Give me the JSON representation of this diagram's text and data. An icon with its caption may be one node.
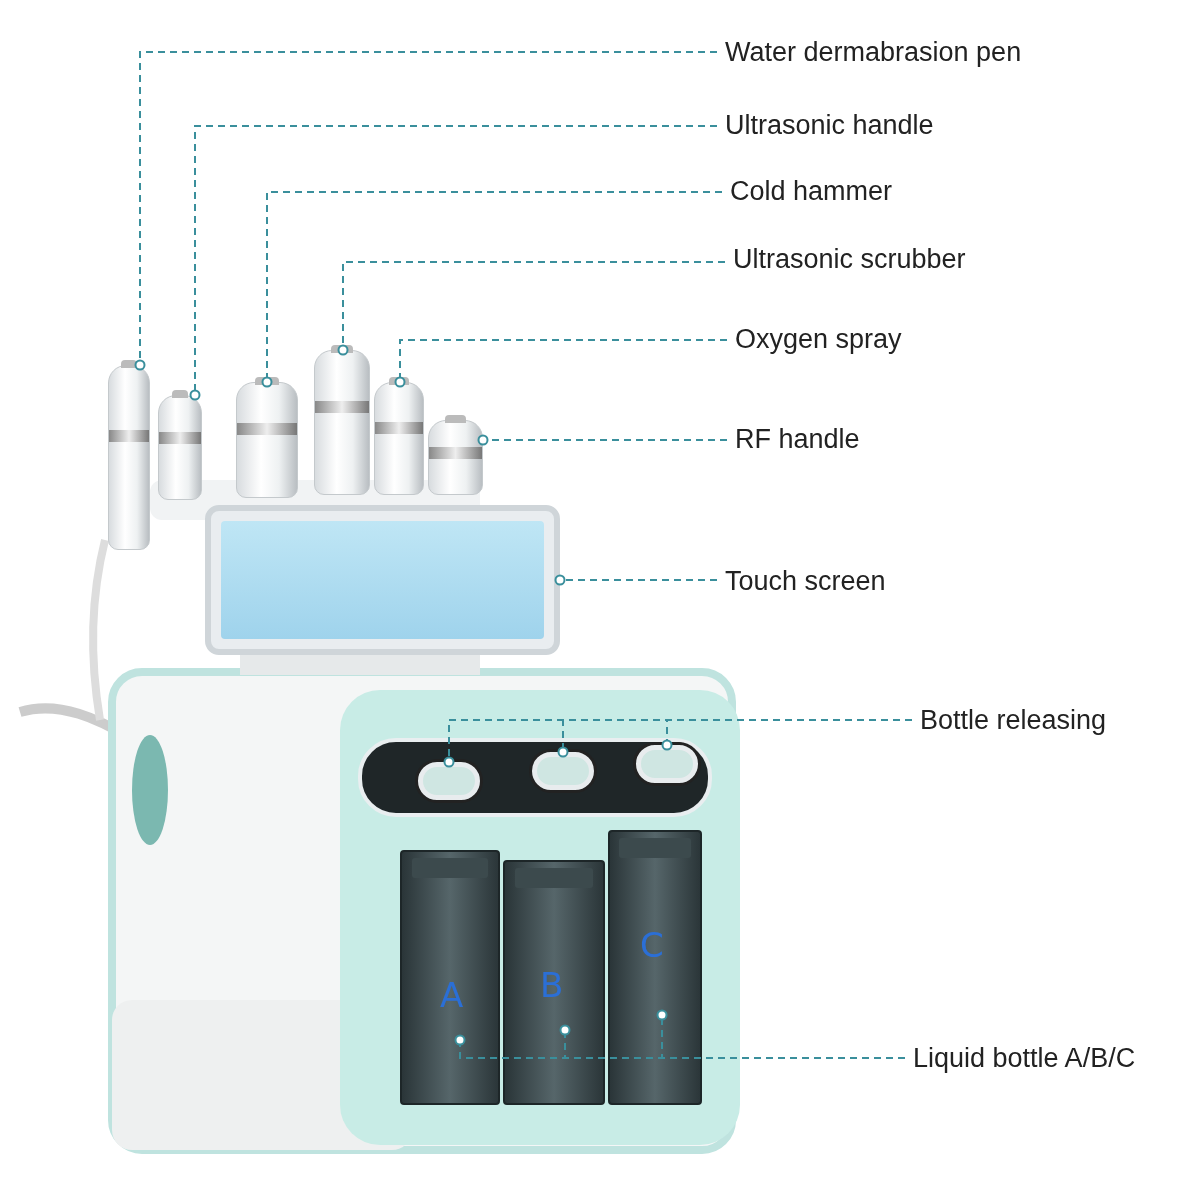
{
  "diagram": {
    "nodes": [
      {
        "text": [
          "Water dermabrasion pen"
        ]
      },
      {
        "text": [
          "Ultrasonic handle"
        ]
      },
      {
        "text": [
          "Cold hammer"
        ]
      },
      {
        "text": [
          "Ultrasonic scrubber"
        ]
      },
      {
        "text": [
          "Oxygen spray"
        ]
      },
      {
        "text": [
          "RF handle"
        ]
      },
      {
        "text": [
          "Touch screen"
        ]
      },
      {
        "text": [
          "Bottle releasing"
        ]
      },
      {
        "text": [
          "Liquid bottle A/B/C"
        ]
      },
      {
        "text": [],
        "shape": "picture"
      },
      {
        "text": [],
        "shape": "picture"
      },
      {
        "text": [],
        "shape": "picture"
      },
      {
        "text": [],
        "shape": "picture"
      },
      {
        "text": [],
        "shape": "picture"
      },
      {
        "text": [],
        "shape": "picture"
      },
      {
        "text": [],
        "shape": "picture"
      },
      {
        "text": [],
        "shape": "box"
      },
      {
        "text": [],
        "shape": "box"
      },
      {
        "text": [],
        "shape": "box"
      },
      {
        "text": [],
        "shape": "picture"
      },
      {
        "text": [],
        "shape": "picture"
      },
      {
        "text": [],
        "shape": "picture"
      }
    ],
    "edges": [
      {
        "from": 0,
        "to": 9,
        "arrow": "other",
        "style": "dashed"
      },
      {
        "from": 1,
        "to": 10,
        "arrow": "other",
        "style": "dashed"
      },
      {
        "from": 2,
        "to": 11,
        "arrow": "other",
        "style": "dashed"
      },
      {
        "from": 3,
        "to": 12,
        "arrow": "other",
        "style": "dashed"
      },
      {
        "from": 4,
        "to": 13,
        "arrow": "other",
        "style": "dashed"
      },
      {
        "from": 5,
        "to": 14,
        "arrow": "other",
        "style": "dashed"
      },
      {
        "from": 6,
        "to": 15,
        "arrow": "other",
        "style": "dashed"
      },
      {
        "from": 7,
        "to": 16,
        "arrow": "other",
        "style": "dashed"
      },
      {
        "from": 7,
        "to": 17,
        "arrow": "other",
        "style": "dashed"
      },
      {
        "from": 7,
        "to": 18,
        "arrow": "other",
        "style": "dashed"
      },
      {
        "from": 8,
        "to": 19,
        "arrow": "other",
        "style": "dashed"
      },
      {
        "from": 8,
        "to": 20,
        "arrow": "other",
        "style": "dashed"
      },
      {
        "from": 8,
        "to": 21,
        "arrow": "other",
        "style": "dashed"
      }
    ],
    "labels": [
      "A",
      "B",
      "C"
    ]
  }
}
